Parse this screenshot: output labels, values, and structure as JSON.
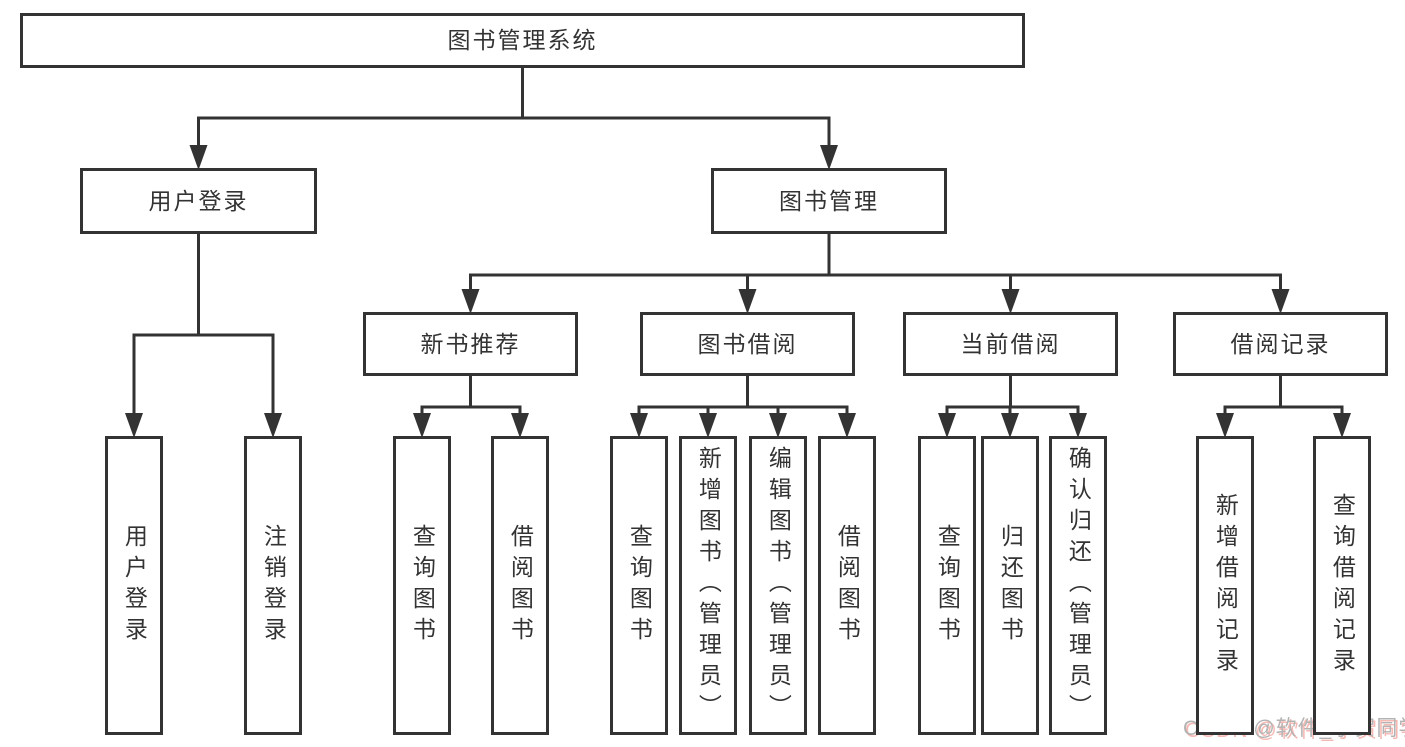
{
  "diagram": {
    "title": "图书管理系统",
    "nodes": [
      {
        "id": "root",
        "label": "图书管理系统",
        "orientation": "horizontal"
      },
      {
        "id": "user-login",
        "label": "用户登录",
        "orientation": "horizontal"
      },
      {
        "id": "book-mgmt",
        "label": "图书管理",
        "orientation": "horizontal"
      },
      {
        "id": "new-book-rec",
        "label": "新书推荐",
        "orientation": "horizontal"
      },
      {
        "id": "book-borrow",
        "label": "图书借阅",
        "orientation": "horizontal"
      },
      {
        "id": "current-borrow",
        "label": "当前借阅",
        "orientation": "horizontal"
      },
      {
        "id": "borrow-records",
        "label": "借阅记录",
        "orientation": "horizontal"
      },
      {
        "id": "user-login-leaf",
        "label": "用户登录",
        "orientation": "vertical"
      },
      {
        "id": "logout-leaf",
        "label": "注销登录",
        "orientation": "vertical"
      },
      {
        "id": "query-books-1",
        "label": "查询图书",
        "orientation": "vertical"
      },
      {
        "id": "borrow-books-1",
        "label": "借阅图书",
        "orientation": "vertical"
      },
      {
        "id": "query-books-2",
        "label": "查询图书",
        "orientation": "vertical"
      },
      {
        "id": "add-books",
        "label": "新增图书（管理员）",
        "orientation": "vertical"
      },
      {
        "id": "edit-books",
        "label": "编辑图书（管理员）",
        "orientation": "vertical"
      },
      {
        "id": "borrow-books-2",
        "label": "借阅图书",
        "orientation": "vertical"
      },
      {
        "id": "query-books-3",
        "label": "查询图书",
        "orientation": "vertical"
      },
      {
        "id": "return-books",
        "label": "归还图书",
        "orientation": "vertical"
      },
      {
        "id": "confirm-return",
        "label": "确认归还（管理员）",
        "orientation": "vertical"
      },
      {
        "id": "add-borrow-record",
        "label": "新增借阅记录",
        "orientation": "vertical"
      },
      {
        "id": "query-borrow-record",
        "label": "查询借阅记录",
        "orientation": "vertical"
      }
    ],
    "edges": [
      {
        "from": "root",
        "to": [
          "user-login",
          "book-mgmt"
        ]
      },
      {
        "from": "user-login",
        "to": [
          "user-login-leaf",
          "logout-leaf"
        ]
      },
      {
        "from": "book-mgmt",
        "to": [
          "new-book-rec",
          "book-borrow",
          "current-borrow",
          "borrow-records"
        ]
      },
      {
        "from": "new-book-rec",
        "to": [
          "query-books-1",
          "borrow-books-1"
        ]
      },
      {
        "from": "book-borrow",
        "to": [
          "query-books-2",
          "add-books",
          "edit-books",
          "borrow-books-2"
        ]
      },
      {
        "from": "current-borrow",
        "to": [
          "query-books-3",
          "return-books",
          "confirm-return"
        ]
      },
      {
        "from": "borrow-records",
        "to": [
          "add-borrow-record",
          "query-borrow-record"
        ]
      }
    ]
  },
  "watermark": {
    "text": "CSDN @软件_小贺同学"
  },
  "colors": {
    "line": "#333333",
    "text": "#333333",
    "node_background": "#ffffff",
    "page_background": "#ffffff",
    "watermark_text": "#b3b3b3",
    "watermark_shadow": "#f6b8b2"
  }
}
